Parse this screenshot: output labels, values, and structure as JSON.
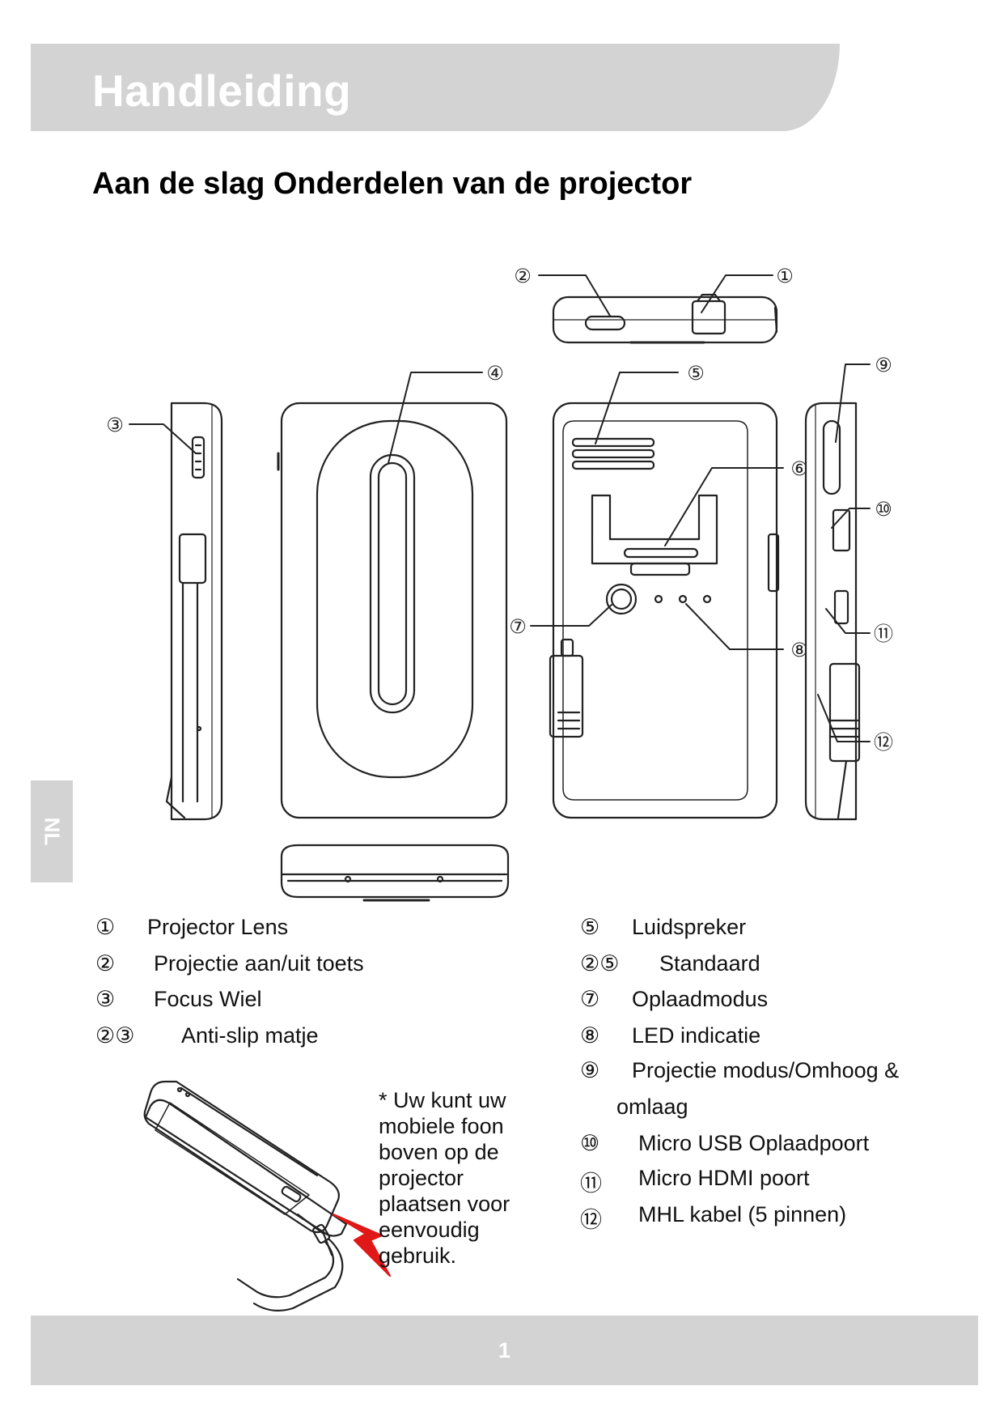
{
  "header": {
    "title": "Handleiding"
  },
  "section": {
    "title": "Aan de slag Onderdelen van de projector"
  },
  "side_tab": {
    "label": "NL"
  },
  "callouts": [
    "①",
    "②",
    "③",
    "④",
    "⑤",
    "⑥",
    "⑦",
    "⑧",
    "⑨",
    "⑩",
    "⑪",
    "⑫"
  ],
  "legend_left": [
    {
      "num": "①",
      "label": "Projector Lens"
    },
    {
      "num": "②",
      "label": "Projectie aan/uit toets"
    },
    {
      "num": "③",
      "label": "Focus Wiel"
    },
    {
      "num": "②③",
      "label": "Anti-slip matje"
    }
  ],
  "legend_right": [
    {
      "num": "⑤",
      "label": "Luidspreker"
    },
    {
      "num": "②⑤",
      "label": "Standaard"
    },
    {
      "num": "⑦",
      "label": "Oplaadmodus"
    },
    {
      "num": "⑧",
      "label": "LED indicatie"
    },
    {
      "num": "⑨",
      "label": "Projectie modus/Omhoog &"
    },
    {
      "num": "",
      "label": "omlaag"
    },
    {
      "num": "⑩",
      "label": "Micro USB Oplaadpoort"
    },
    {
      "num": "⑪",
      "label": "Micro HDMI poort"
    },
    {
      "num": "⑫",
      "label": "MHL kabel (5 pinnen)"
    }
  ],
  "note": {
    "text": "* Uw kunt uw mobiele foon boven op de projector plaatsen voor eenvoudig gebruik."
  },
  "footer": {
    "page_number": "1"
  }
}
